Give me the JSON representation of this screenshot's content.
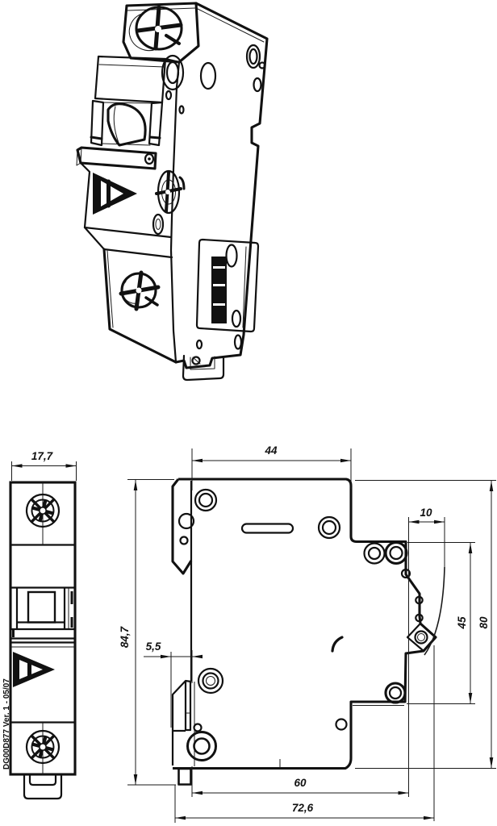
{
  "drawing": {
    "doc_label": "DG00D877 Ver. 1 - 05/07",
    "dims": {
      "front_width": "17,7",
      "top_width": "44",
      "hook_width": "10",
      "overall_height": "84,7",
      "rail_depth": "5,5",
      "hook_height": "45",
      "side_height": "80",
      "bottom_width": "60",
      "overall_width": "72,6"
    }
  }
}
